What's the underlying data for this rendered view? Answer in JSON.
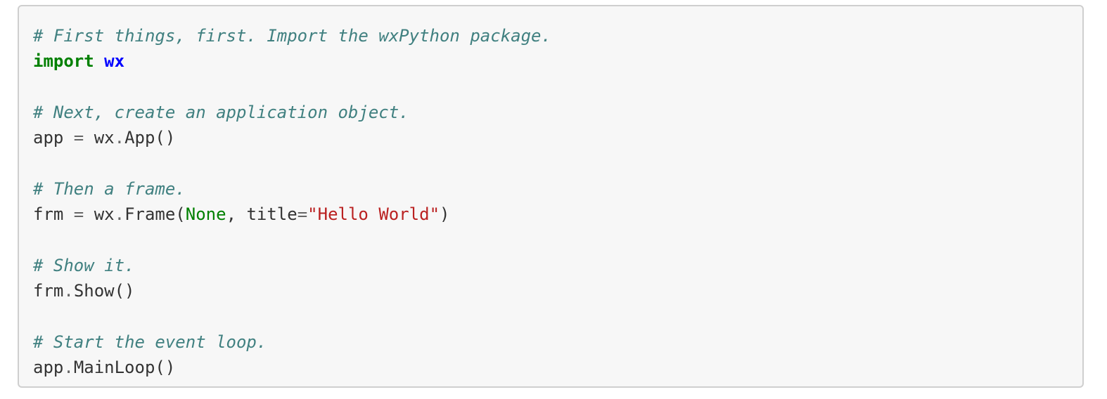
{
  "code_block": {
    "language": "python",
    "lines": [
      {
        "type": "comment",
        "text": "# First things, first. Import the wxPython package."
      },
      {
        "type": "import",
        "keyword": "import",
        "module": "wx"
      },
      {
        "type": "blank"
      },
      {
        "type": "comment",
        "text": "# Next, create an application object."
      },
      {
        "type": "code",
        "text": "app = wx.App()"
      },
      {
        "type": "blank"
      },
      {
        "type": "comment",
        "text": "# Then a frame."
      },
      {
        "type": "code",
        "text": "frm = wx.Frame(None, title=\"Hello World\")"
      },
      {
        "type": "blank"
      },
      {
        "type": "comment",
        "text": "# Show it."
      },
      {
        "type": "code",
        "text": "frm.Show()"
      },
      {
        "type": "blank"
      },
      {
        "type": "comment",
        "text": "# Start the event loop."
      },
      {
        "type": "code",
        "text": "app.MainLoop()"
      }
    ],
    "tokens": {
      "l0": "# First things, first. Import the wxPython package.",
      "l1_kw": "import",
      "l1_mod": "wx",
      "l3": "# Next, create an application object.",
      "l4_a": "app ",
      "l4_eq": "=",
      "l4_b": " wx",
      "l4_dot": ".",
      "l4_c": "App()",
      "l6": "# Then a frame.",
      "l7_a": "frm ",
      "l7_eq": "=",
      "l7_b": " wx",
      "l7_dot": ".",
      "l7_c": "Frame(",
      "l7_none": "None",
      "l7_d": ", title",
      "l7_eq2": "=",
      "l7_str": "\"Hello World\"",
      "l7_e": ")",
      "l9": "# Show it.",
      "l10_a": "frm",
      "l10_dot": ".",
      "l10_b": "Show()",
      "l12": "# Start the event loop.",
      "l13_a": "app",
      "l13_dot": ".",
      "l13_b": "MainLoop()"
    },
    "colors": {
      "background": "#f7f7f7",
      "border": "#cfcfcf",
      "text": "#333333",
      "comment": "#408080",
      "keyword": "#008000",
      "module": "#0000ff",
      "operator": "#666666",
      "constant": "#008000",
      "string": "#ba2121"
    }
  }
}
